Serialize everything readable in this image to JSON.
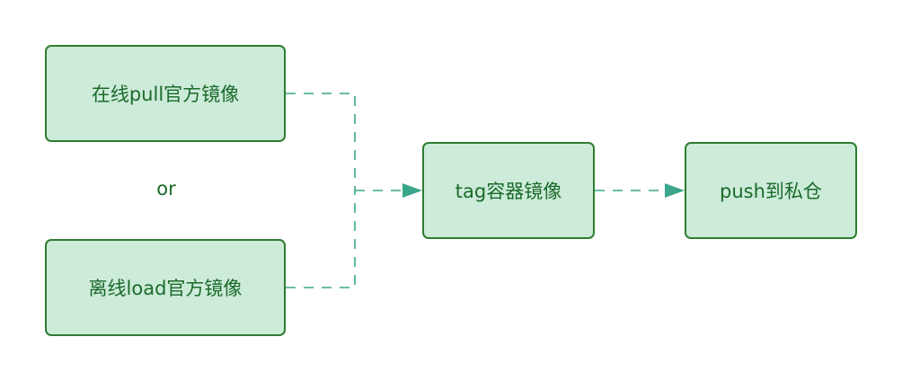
{
  "diagram": {
    "nodes": [
      {
        "id": "n1",
        "label": "在线pull官方镜像"
      },
      {
        "id": "n2",
        "label": "离线load官方镜像"
      },
      {
        "id": "n3",
        "label": "tag容器镜像"
      },
      {
        "id": "n4",
        "label": "push到私仓"
      }
    ],
    "or_label": "or",
    "edges": [
      {
        "from": "n1",
        "to": "n3",
        "style": "dashed"
      },
      {
        "from": "n2",
        "to": "n3",
        "style": "dashed"
      },
      {
        "from": "n3",
        "to": "n4",
        "style": "dashed"
      }
    ],
    "colors": {
      "node_fill": "#ccebd9",
      "node_border": "#2e7d32",
      "text": "#1b6a2a",
      "edge": "#3aa68a"
    }
  }
}
